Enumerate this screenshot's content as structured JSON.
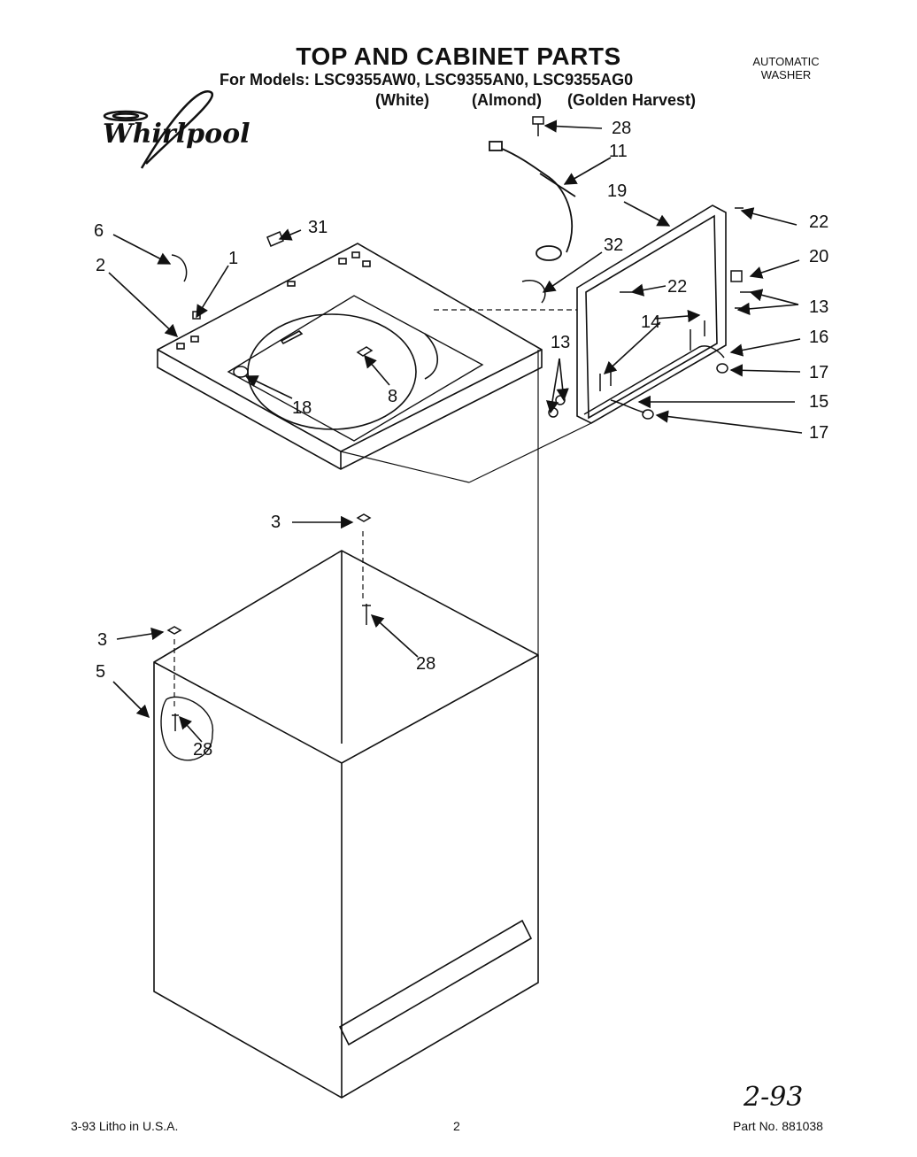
{
  "header": {
    "title": "TOP AND CABINET PARTS",
    "models_line": "For Models: LSC9355AW0, LSC9355AN0, LSC9355AG0",
    "variants": [
      "(White)",
      "(Almond)",
      "(Golden Harvest)"
    ],
    "appliance_type": [
      "AUTOMATIC",
      "WASHER"
    ]
  },
  "brand": {
    "name": "Whirlpool"
  },
  "callouts": [
    {
      "id": "c28a",
      "label": "28"
    },
    {
      "id": "c11",
      "label": "11"
    },
    {
      "id": "c19",
      "label": "19"
    },
    {
      "id": "c22a",
      "label": "22"
    },
    {
      "id": "c6",
      "label": "6"
    },
    {
      "id": "c31",
      "label": "31"
    },
    {
      "id": "c1",
      "label": "1"
    },
    {
      "id": "c2",
      "label": "2"
    },
    {
      "id": "c32",
      "label": "32"
    },
    {
      "id": "c20",
      "label": "20"
    },
    {
      "id": "c22b",
      "label": "22"
    },
    {
      "id": "c13a",
      "label": "13"
    },
    {
      "id": "c14",
      "label": "14"
    },
    {
      "id": "c16",
      "label": "16"
    },
    {
      "id": "c13b",
      "label": "13"
    },
    {
      "id": "c17a",
      "label": "17"
    },
    {
      "id": "c8",
      "label": "8"
    },
    {
      "id": "c18",
      "label": "18"
    },
    {
      "id": "c15",
      "label": "15"
    },
    {
      "id": "c17b",
      "label": "17"
    },
    {
      "id": "c3a",
      "label": "3"
    },
    {
      "id": "c28b",
      "label": "28"
    },
    {
      "id": "c3b",
      "label": "3"
    },
    {
      "id": "c5",
      "label": "5"
    },
    {
      "id": "c28c",
      "label": "28"
    }
  ],
  "footer": {
    "left": "3-93 Litho in U.S.A.",
    "page": "2",
    "part_number": "Part No. 881038",
    "handwritten": "2-93"
  }
}
